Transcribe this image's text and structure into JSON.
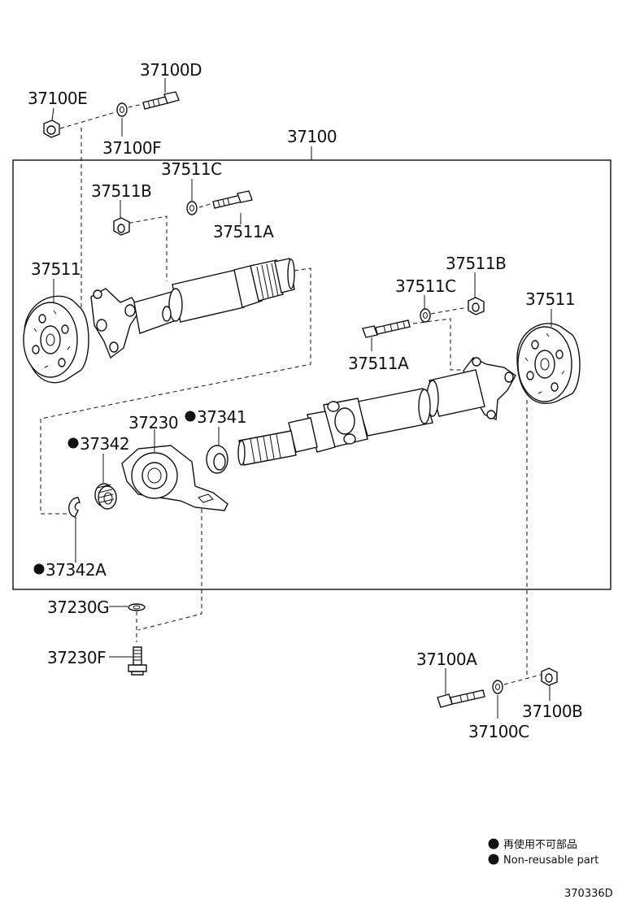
{
  "labels": {
    "37100D": "37100D",
    "37100E": "37100E",
    "37100F": "37100F",
    "37100": "37100",
    "37511C_top": "37511C",
    "37511B_top": "37511B",
    "37511A_top": "37511A",
    "37511_left": "37511",
    "37511B_right": "37511B",
    "37511C_right": "37511C",
    "37511_right": "37511",
    "37511A_right": "37511A",
    "37230": "37230",
    "37341": "37341",
    "37342": "37342",
    "37342A": "37342A",
    "37230G": "37230G",
    "37230F": "37230F",
    "37100A": "37100A",
    "37100C": "37100C",
    "37100B": "37100B"
  },
  "legend": {
    "line1": "再使用不可部品",
    "line2": "Non-reusable part"
  },
  "figure_code": "370336D",
  "colors": {
    "ink": "#111111",
    "background": "#ffffff"
  }
}
